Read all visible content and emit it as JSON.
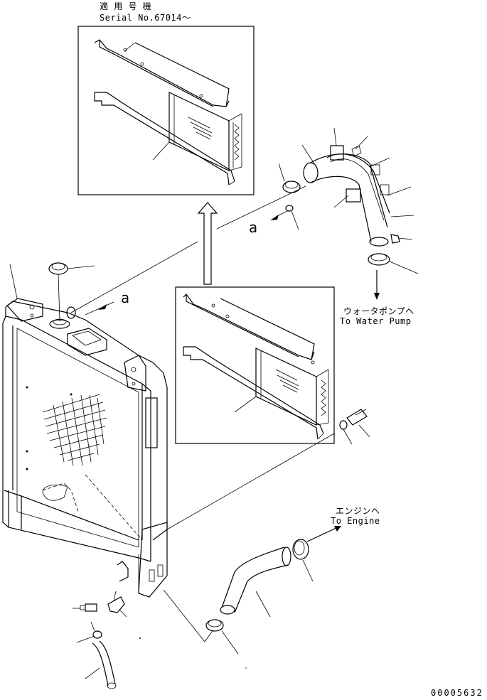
{
  "inset_top": {
    "title_jp": "適 用 号 機",
    "serial": "Serial No.67014～"
  },
  "callout_a_right": "a",
  "callout_a_left": "a",
  "water_pump": {
    "jp": "ウォータポンプへ",
    "en": "To Water Pump"
  },
  "engine": {
    "jp": "エンジンへ",
    "en": "To Engine"
  },
  "drawing_number": "00005632"
}
